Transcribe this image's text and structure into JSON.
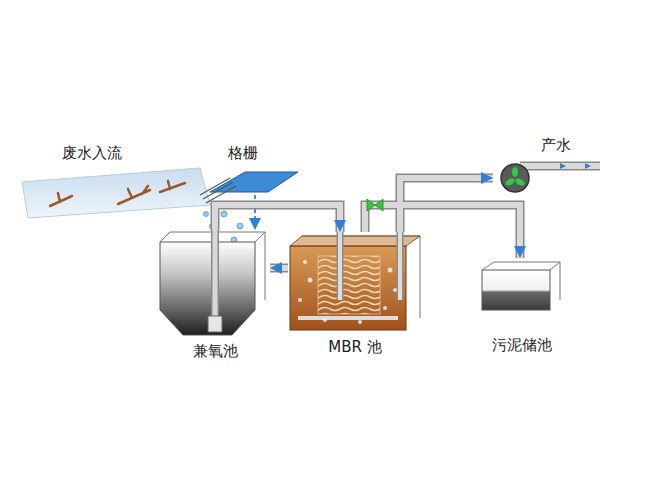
{
  "diagram": {
    "nodes": [
      {
        "text": [
          "废水入流"
        ]
      },
      {
        "text": [
          "格栅"
        ]
      },
      {
        "text": [
          "兼氧池"
        ]
      },
      {
        "text": [
          "MBR 池"
        ]
      },
      {
        "text": [
          "污泥储池"
        ]
      },
      {
        "text": [
          "产水"
        ]
      }
    ],
    "edges": [
      {
        "from": 1,
        "to": 2,
        "arrow": "to"
      },
      {
        "from": 2,
        "to": 3,
        "arrow": "to"
      },
      {
        "from": 3,
        "to": 2,
        "arrow": "to"
      },
      {
        "from": 3,
        "to": 5,
        "arrow": "to"
      },
      {
        "from": 3,
        "to": 4,
        "arrow": "to"
      }
    ]
  }
}
